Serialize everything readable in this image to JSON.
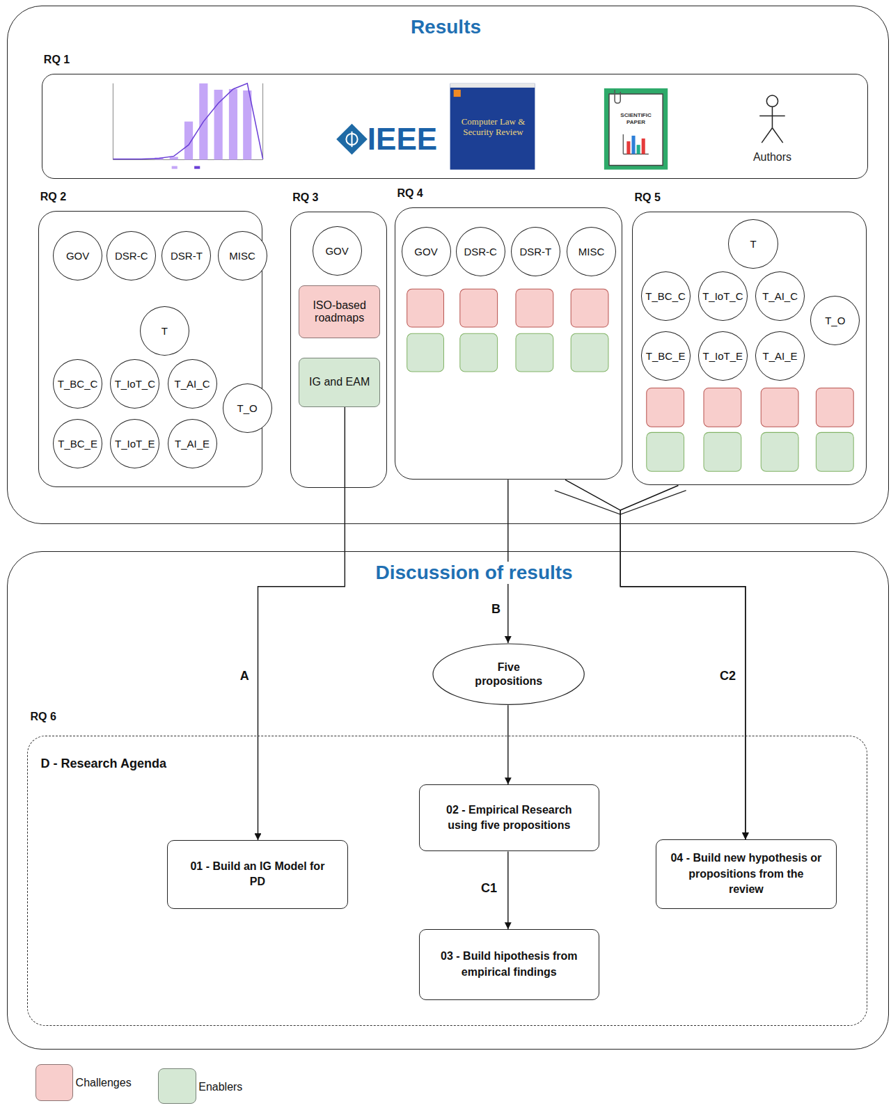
{
  "diagram": {
    "nodes": [
      {
        "text": [
          "Results"
        ]
      },
      {
        "text": [
          "RQ 1"
        ],
        "in": 0
      },
      {
        "text": [
          "RQ 2"
        ],
        "in": 0
      },
      {
        "text": [
          "GOV"
        ],
        "in": 2
      },
      {
        "text": [
          "DSR-C"
        ],
        "in": 2
      },
      {
        "text": [
          "DSR-T"
        ],
        "in": 2
      },
      {
        "text": [
          "MISC"
        ],
        "in": 2
      },
      {
        "text": [
          "T"
        ],
        "in": 2
      },
      {
        "text": [
          "T_BC_C"
        ],
        "in": 2
      },
      {
        "text": [
          "T_IoT_C"
        ],
        "in": 2
      },
      {
        "text": [
          "T_AI_C"
        ],
        "in": 2
      },
      {
        "text": [
          "T_O"
        ],
        "in": 2
      },
      {
        "text": [
          "T_BC_E"
        ],
        "in": 2
      },
      {
        "text": [
          "T_IoT_E"
        ],
        "in": 2
      },
      {
        "text": [
          "T_AI_E"
        ],
        "in": 2
      },
      {
        "text": [
          "RQ 3"
        ],
        "in": 0
      },
      {
        "text": [
          "GOV"
        ],
        "in": 15
      },
      {
        "text": [
          "ISO-based roadmaps"
        ],
        "in": 15
      },
      {
        "text": [
          "IG and EAM"
        ],
        "in": 15
      },
      {
        "text": [
          "RQ 4"
        ],
        "in": 0
      },
      {
        "text": [
          "GOV"
        ],
        "in": 19
      },
      {
        "text": [
          "DSR-C"
        ],
        "in": 19
      },
      {
        "text": [
          "DSR-T"
        ],
        "in": 19
      },
      {
        "text": [
          "MISC"
        ],
        "in": 19
      },
      {
        "text": [
          "RQ 5"
        ],
        "in": 0
      },
      {
        "text": [
          "T"
        ],
        "in": 24
      },
      {
        "text": [
          "T_BC_C"
        ],
        "in": 24
      },
      {
        "text": [
          "T_IoT_C"
        ],
        "in": 24
      },
      {
        "text": [
          "T_AI_C"
        ],
        "in": 24
      },
      {
        "text": [
          "T_O"
        ],
        "in": 24
      },
      {
        "text": [
          "T_BC_E"
        ],
        "in": 24
      },
      {
        "text": [
          "T_IoT_E"
        ],
        "in": 24
      },
      {
        "text": [
          "T_AI_E"
        ],
        "in": 24
      },
      {
        "text": [
          "Discussion of results"
        ]
      },
      {
        "text": [
          "Five propositions"
        ],
        "in": 33
      },
      {
        "text": [
          "RQ 6",
          "D - Research Agenda"
        ],
        "in": 33
      },
      {
        "text": [
          "01 - Build an IG Model for PD"
        ],
        "in": 35
      },
      {
        "text": [
          "02 - Empirical Research using five propositions"
        ],
        "in": 35
      },
      {
        "text": [
          "03 - Build hipothesis from empirical findings"
        ],
        "in": 35
      },
      {
        "text": [
          "04 - Build new hypothesis or propositions from the review"
        ],
        "in": 35
      }
    ],
    "edges": [
      {
        "from": 18,
        "to": 36,
        "label": "A",
        "arrow": "to"
      },
      {
        "from": 19,
        "to": 34,
        "label": "B",
        "arrow": "to"
      },
      {
        "from": 34,
        "to": 37,
        "arrow": "to"
      },
      {
        "from": 37,
        "to": 38,
        "label": "C1",
        "arrow": "to"
      },
      {
        "from": 19,
        "to": 39,
        "arrow": "to"
      },
      {
        "from": 24,
        "to": 39,
        "label": "C2",
        "arrow": "to"
      }
    ],
    "labels": [
      "IEEE",
      "Computer Law & Security Review",
      "SCIENTIFIC PAPER",
      "Authors"
    ],
    "legend": [
      {
        "text": "Challenges",
        "color": "#f8cecc"
      },
      {
        "text": "Enablers",
        "color": "#d5e8d4"
      }
    ]
  }
}
